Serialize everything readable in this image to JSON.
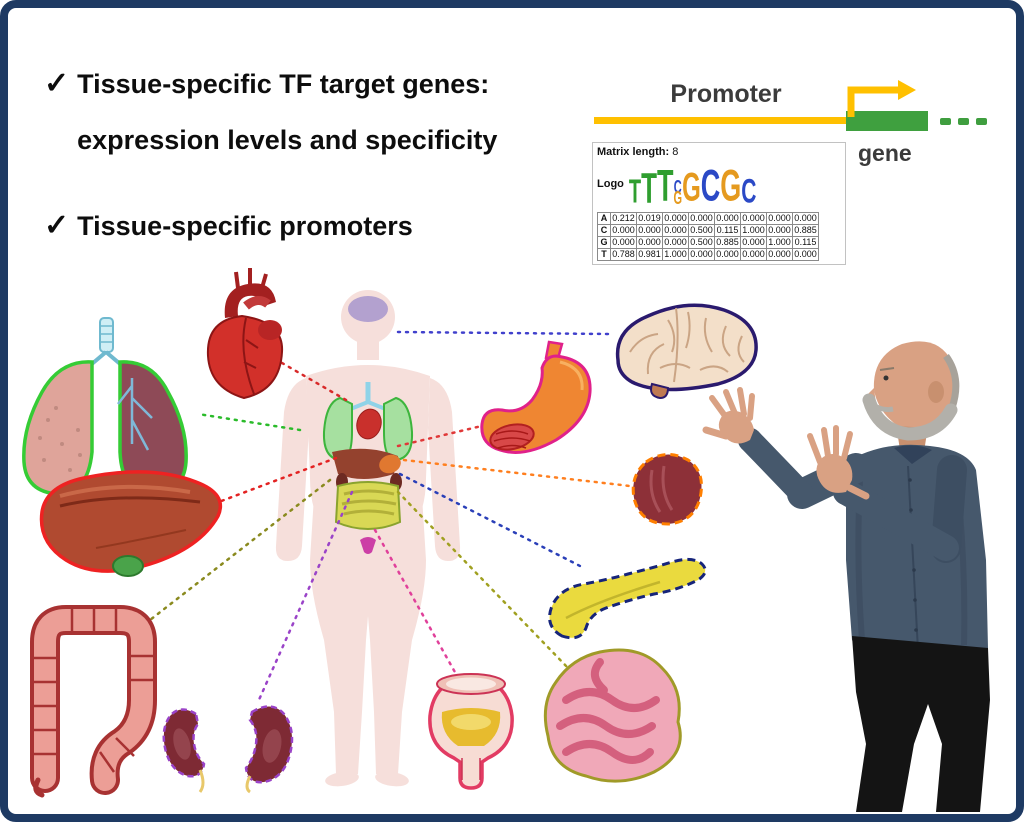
{
  "bullets": {
    "check": "✓",
    "items": [
      {
        "line1": "Tissue-specific TF target genes:",
        "line2": "expression levels and specificity"
      },
      {
        "line1": "Tissue-specific promoters",
        "line2": ""
      }
    ]
  },
  "promoter_figure": {
    "title": "Promoter",
    "gene_label": "gene"
  },
  "matrix": {
    "length_label": "Matrix length:",
    "length_value": "8",
    "logo_label": "Logo",
    "logo": {
      "p1": "T",
      "p2": "T",
      "p3": "T",
      "p4_top": "C",
      "p4_bottom": "G",
      "p5": "G",
      "p6": "C",
      "p7": "G",
      "p8": "C"
    },
    "rows": [
      {
        "base": "A",
        "values": [
          "0.212",
          "0.019",
          "0.000",
          "0.000",
          "0.000",
          "0.000",
          "0.000",
          "0.000"
        ]
      },
      {
        "base": "C",
        "values": [
          "0.000",
          "0.000",
          "0.000",
          "0.500",
          "0.115",
          "1.000",
          "0.000",
          "0.885"
        ]
      },
      {
        "base": "G",
        "values": [
          "0.000",
          "0.000",
          "0.000",
          "0.500",
          "0.885",
          "0.000",
          "1.000",
          "0.115"
        ]
      },
      {
        "base": "T",
        "values": [
          "0.788",
          "0.981",
          "1.000",
          "0.000",
          "0.000",
          "0.000",
          "0.000",
          "0.000"
        ]
      }
    ]
  }
}
